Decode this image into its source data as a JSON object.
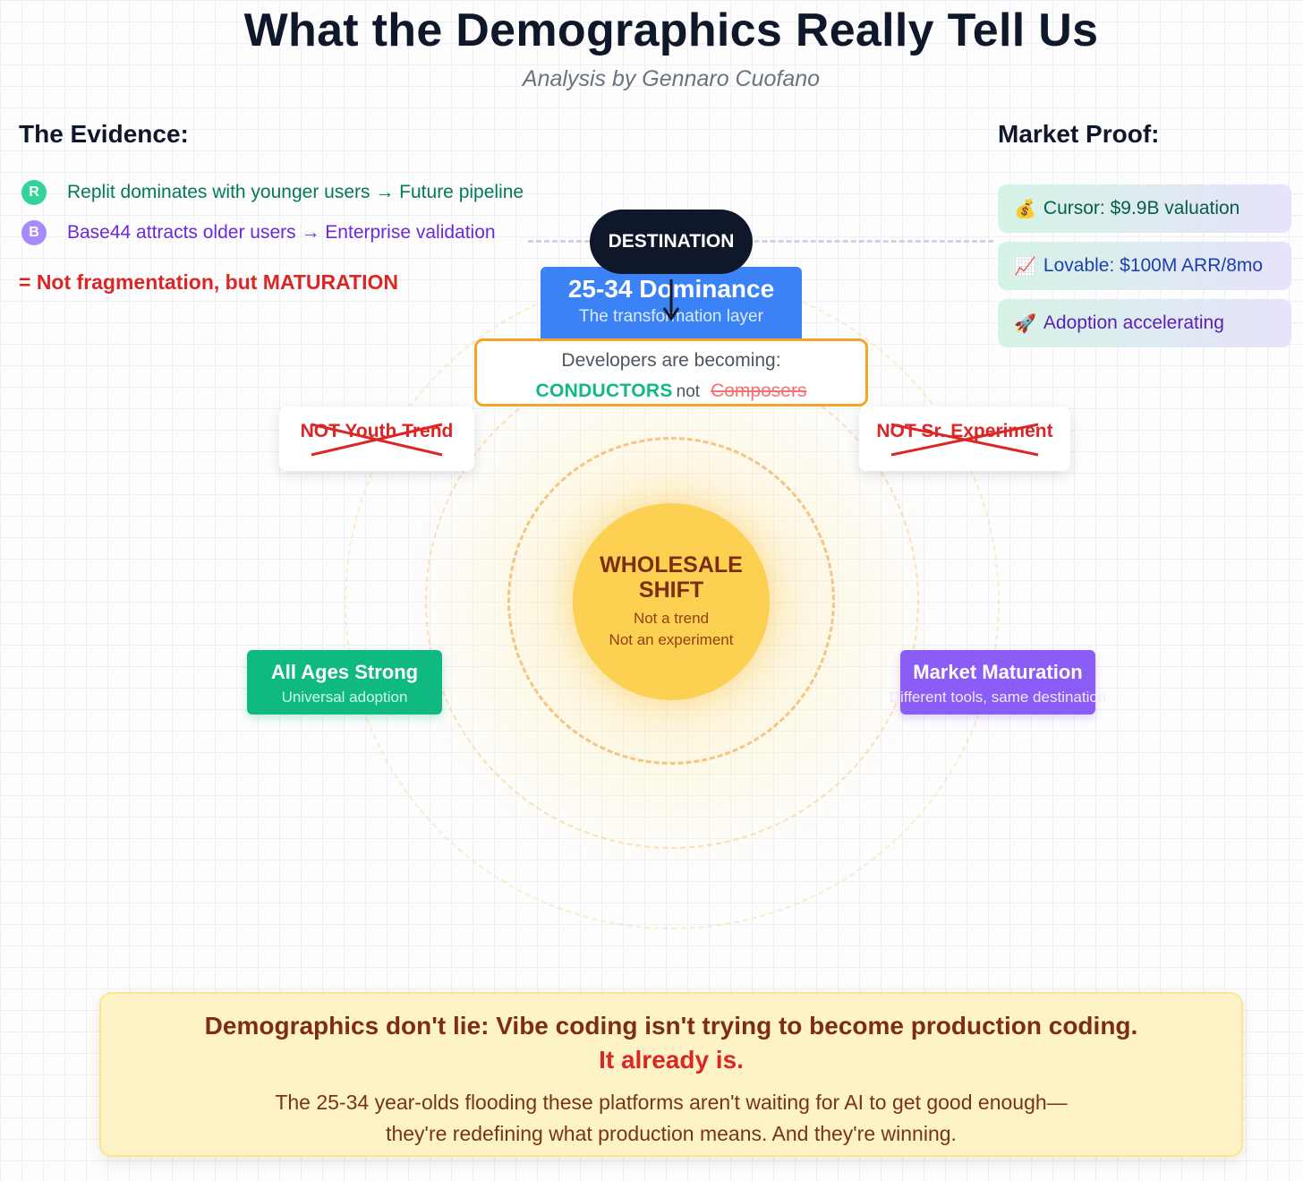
{
  "header": {
    "title": "What the Demographics Really Tell Us",
    "subtitle": "Analysis by Gennaro Cuofano"
  },
  "evidence": {
    "heading": "The Evidence:",
    "items": [
      {
        "badge": "R",
        "text": "Replit dominates with younger users → Future pipeline"
      },
      {
        "badge": "B",
        "text": "Base44 attracts older users → Enterprise validation"
      }
    ],
    "conclusion": "= Not fragmentation, but MATURATION"
  },
  "proof": {
    "heading": "Market Proof:",
    "items": [
      {
        "icon": "💰",
        "text": "Cursor: $9.9B valuation"
      },
      {
        "icon": "📈",
        "text": "Lovable: $100M ARR/8mo"
      },
      {
        "icon": "🚀",
        "text": "Adoption accelerating"
      }
    ]
  },
  "diagram": {
    "destination": "DESTINATION",
    "dominance_title": "25-34 Dominance",
    "dominance_sub": "The transformation layer",
    "becoming_text": "Developers are becoming:",
    "conductors": "CONDUCTORS",
    "not_word": "not",
    "composers": "Composers",
    "not_youth": "NOT Youth Trend",
    "not_senior": "NOT Sr. Experiment",
    "center_title": "WHOLESALE SHIFT",
    "center_line1": "Not a trend",
    "center_line2": "Not an experiment",
    "ages_title": "All Ages Strong",
    "ages_sub": "Universal adoption",
    "maturation_title": "Market Maturation",
    "maturation_sub": "Different tools, same destination"
  },
  "bottom": {
    "headline": "Demographics don't lie: Vibe coding isn't trying to become production coding.",
    "emphasis": "It already is.",
    "body_line1": "The 25-34 year-olds flooding these platforms aren't waiting for AI to get good enough—",
    "body_line2": "they're redefining what production means. And they're winning."
  },
  "colors": {
    "conductors": "#10b981",
    "composers": "#f87171",
    "dominance": "#3b82f6",
    "ages": "#10b981",
    "maturation": "#8b5cf6",
    "center": "#fcd152",
    "alert": "#dc2626"
  }
}
